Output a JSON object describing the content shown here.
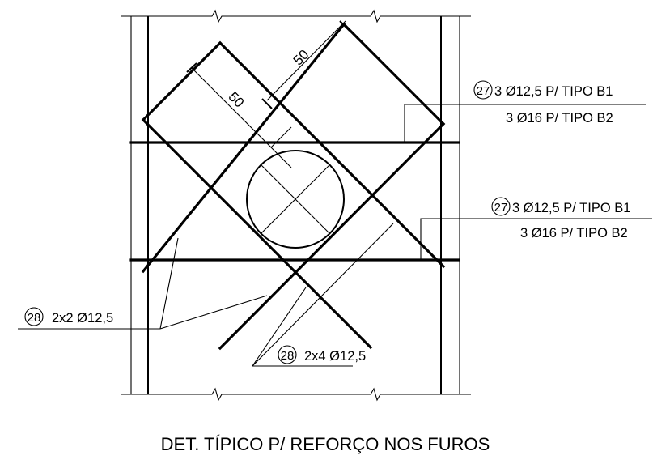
{
  "title": "DET. TÍPICO P/ REFORÇO NOS FUROS",
  "dimensions": {
    "upper": "50",
    "lower": "50"
  },
  "callouts": {
    "upper": {
      "mark": "27",
      "line1": "3 Ø12,5 P/ TIPO B1",
      "line2": "3 Ø16 P/ TIPO B2"
    },
    "middle": {
      "mark": "27",
      "line1": "3 Ø12,5 P/ TIPO B1",
      "line2": "3 Ø16 P/ TIPO B2"
    },
    "left": {
      "mark": "28",
      "text": "2x2 Ø12,5"
    },
    "bottom": {
      "mark": "28",
      "text": "2x4 Ø12,5"
    }
  }
}
